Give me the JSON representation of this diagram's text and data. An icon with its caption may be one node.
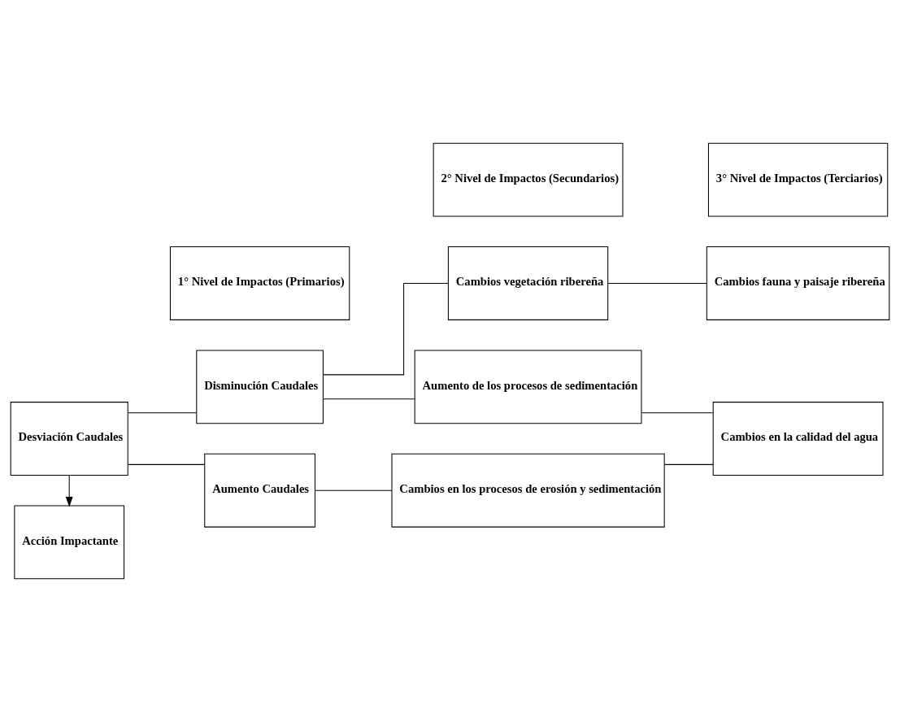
{
  "diagram": {
    "nodes": [
      {
        "text": [
          "Desviación Caudales"
        ]
      },
      {
        "text": [
          "Disminución Caudales"
        ]
      },
      {
        "text": [
          "Aumento Caudales"
        ]
      },
      {
        "text": [
          "Cambios vegetación ribereña"
        ]
      },
      {
        "text": [
          "Cambios fauna y paisaje ribereña"
        ]
      },
      {
        "text": [
          "Aumento de los procesos de sedimentación"
        ]
      },
      {
        "text": [
          "Cambios en la calidad del agua"
        ]
      },
      {
        "text": [
          "Cambios en los procesos de erosión y sedimentación"
        ]
      },
      {
        "text": [
          "Acción Impactante"
        ]
      },
      {
        "text": [
          "1° Nivel de Impactos (Primarios)"
        ]
      },
      {
        "text": [
          "2° Nivel de Impactos (Secundarios)"
        ]
      },
      {
        "text": [
          "3° Nivel de Impactos (Terciarios)"
        ]
      }
    ],
    "edges": [
      {
        "from": 0,
        "to": 1,
        "arrow": "none"
      },
      {
        "from": 0,
        "to": 2,
        "arrow": "none"
      },
      {
        "from": 1,
        "to": 3,
        "arrow": "none"
      },
      {
        "from": 1,
        "to": 5,
        "arrow": "none"
      },
      {
        "from": 3,
        "to": 4,
        "arrow": "none"
      },
      {
        "from": 5,
        "to": 6,
        "arrow": "none"
      },
      {
        "from": 2,
        "to": 7,
        "arrow": "none"
      },
      {
        "from": 7,
        "to": 6,
        "arrow": "none"
      },
      {
        "from": 0,
        "to": 8,
        "arrow": "to"
      }
    ]
  }
}
